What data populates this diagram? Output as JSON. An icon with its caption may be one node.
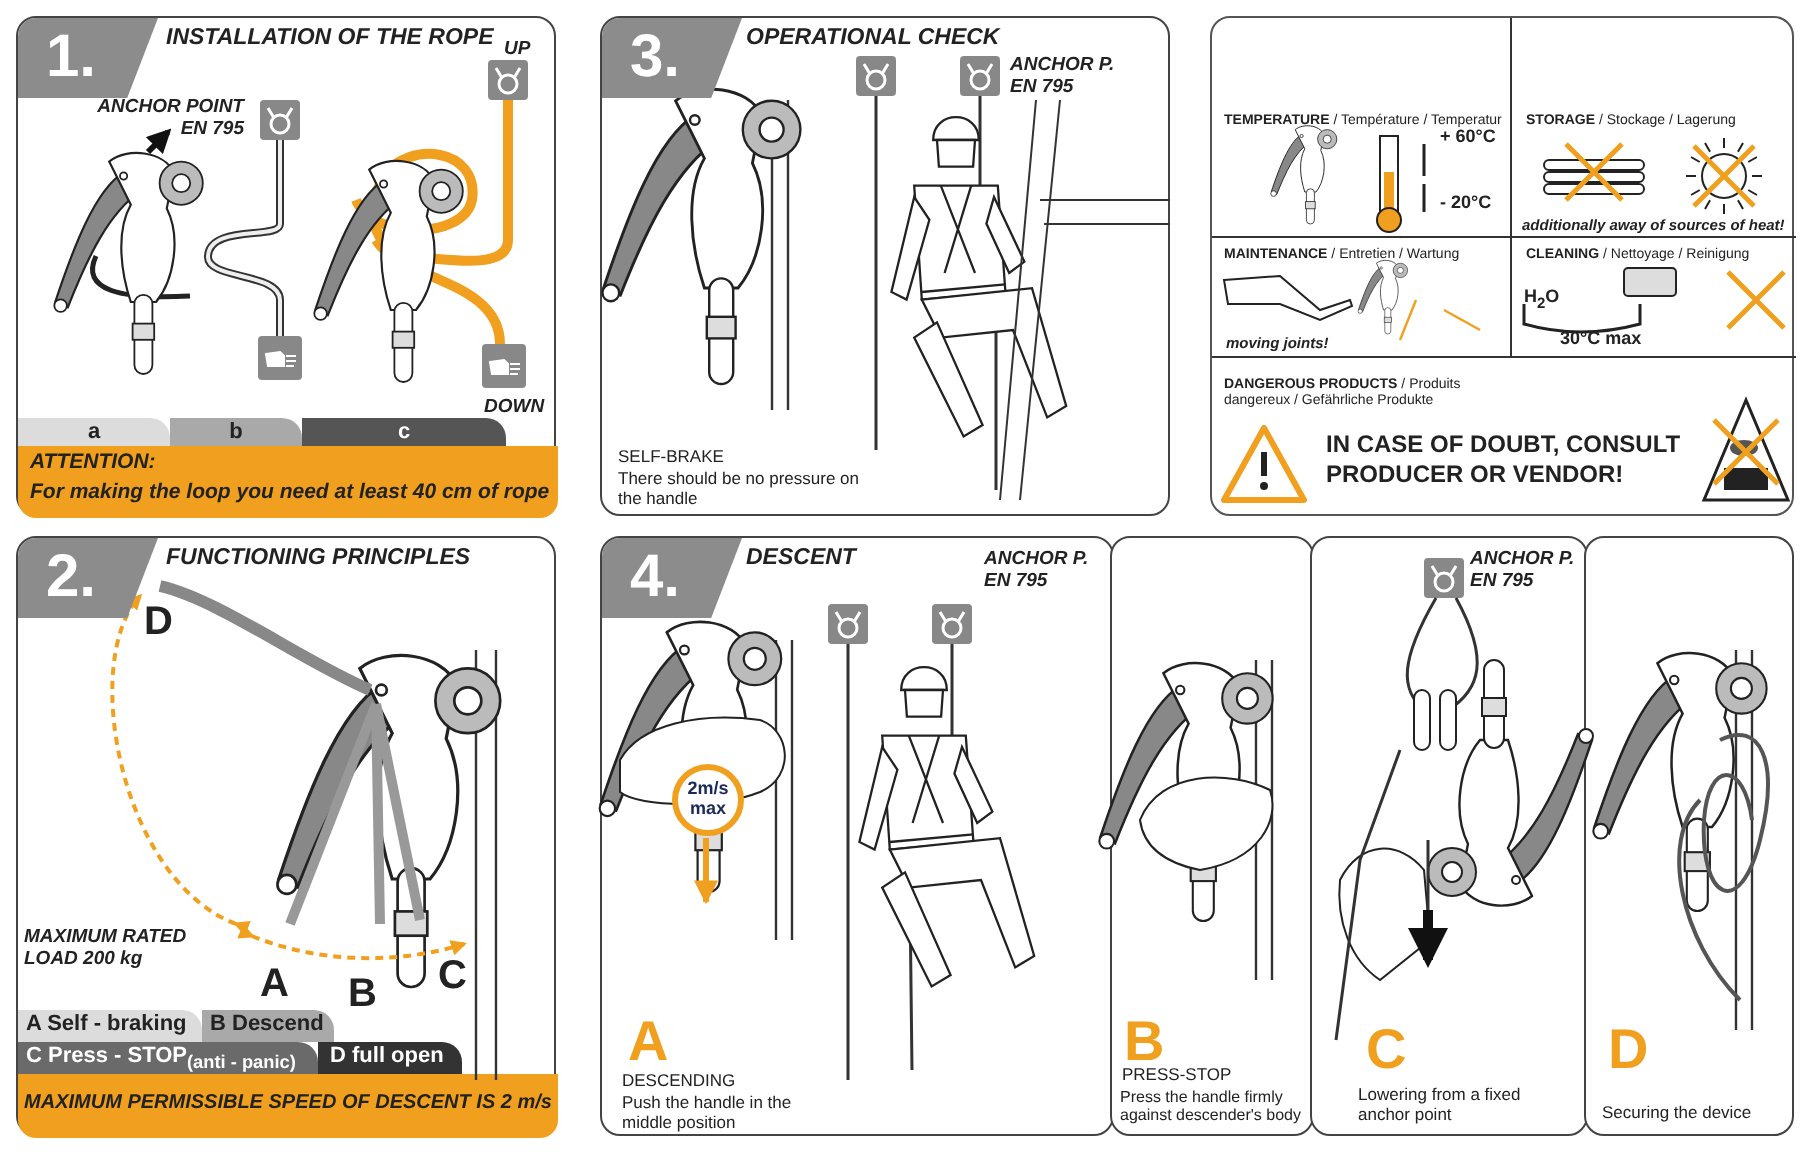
{
  "diagram": {
    "nodes": [
      {
        "text": [
          "1.",
          "INSTALLATION OF THE ROPE"
        ]
      },
      {
        "text": [
          "a"
        ],
        "in": 0
      },
      {
        "text": [
          "b"
        ],
        "in": 0
      },
      {
        "text": [
          "c"
        ],
        "in": 0
      },
      {
        "text": [
          "ATTENTION:",
          "For making the loop you need at least 40 cm of rope"
        ],
        "in": 0
      },
      {
        "text": [
          "2.",
          "FUNCTIONING PRINCIPLES"
        ]
      },
      {
        "text": [
          "A Self - braking"
        ],
        "in": 5
      },
      {
        "text": [
          "B Descend"
        ],
        "in": 5
      },
      {
        "text": [
          "C Press - STOP$_{(anti - panic)}$"
        ],
        "in": 5
      },
      {
        "text": [
          "D full open"
        ],
        "in": 5
      },
      {
        "text": [
          "MAXIMUM PERMISSIBLE SPEED OF DESCENT IS 2 m/s"
        ],
        "in": 5
      },
      {
        "text": [
          "3.",
          "OPERATIONAL CHECK",
          "SELF-BRAKE",
          "There should be no pressure on the handle"
        ]
      },
      {
        "text": [],
        "shape": "box"
      },
      {
        "text": [
          "**TEMPERATURE** / Température / Temperatur"
        ],
        "in": 12
      },
      {
        "text": [
          "**STORAGE** / Stockage / Lagerung",
          "additionally away of sources of heat!"
        ],
        "in": 12
      },
      {
        "text": [
          "**MAINTENANCE** / Entretien / Wartung",
          "moving joints!"
        ],
        "in": 12
      },
      {
        "text": [
          "**CLEANING** / Nettoyage / Reinigung"
        ],
        "in": 12
      },
      {
        "text": [
          "**DANGEROUS PRODUCTS** / Produits dangereux / Gefährliche Produkte",
          "IN CASE OF DOUBT, CONSULT PRODUCER OR VENDOR!"
        ],
        "in": 12
      },
      {
        "text": [
          "4.",
          "DESCENT",
          "A",
          "DESCENDING",
          "Push the handle in the middle position"
        ]
      },
      {
        "text": [
          "B",
          "PRESS-STOP",
          "Press the handle firmly against descender's body"
        ]
      },
      {
        "text": [
          "C",
          "Lowering from a fixed anchor point"
        ]
      },
      {
        "text": [
          "D",
          "Securing the device"
        ]
      },
      {
        "text": [
          "2m/s max"
        ],
        "in": 18
      }
    ],
    "labels": [
      "ANCHOR POINT EN 795",
      "UP",
      "DOWN",
      "D",
      "A",
      "B",
      "C",
      "MAXIMUM RATED LOAD 200 kg",
      "ANCHOR P. EN 795",
      "+ 60°C",
      "- 20°C",
      "H$_{2}$O",
      "30°C max",
      "ANCHOR P. EN 795",
      "ANCHOR P. EN 795"
    ]
  }
}
